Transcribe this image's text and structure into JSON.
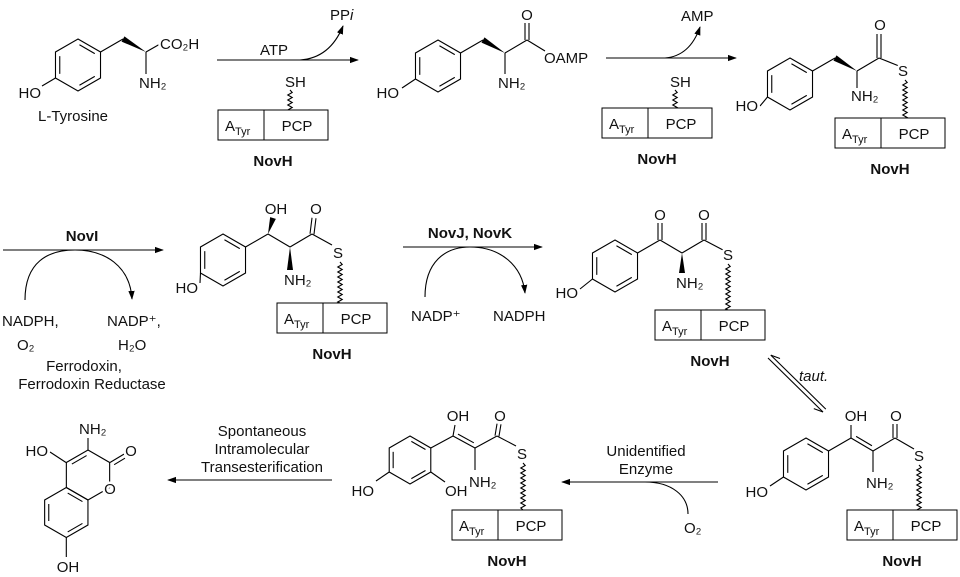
{
  "enzyme": {
    "domain_a": "A",
    "domain_a_sub": "Tyr",
    "domain_pcp": "PCP",
    "name": "NovH",
    "thiol": "SH"
  },
  "tyrosine": {
    "name": "L-Tyrosine",
    "ho": "HO",
    "co2h": "CO₂H",
    "nh2": "NH₂"
  },
  "step1": {
    "reagent": "ATP",
    "byproduct": "PP",
    "byproduct_italic": "i"
  },
  "aminoacyl_amp": {
    "ho": "HO",
    "nh2": "NH₂",
    "o": "O",
    "oamp": "OAMP"
  },
  "step2": {
    "byproduct": "AMP"
  },
  "tyrosyl_s_pcp": {
    "ho": "HO",
    "nh2": "NH₂",
    "o": "O",
    "s": "S"
  },
  "step3": {
    "enzyme": "NovI",
    "cofactor_in_1": "NADPH,",
    "cofactor_in_2": "O₂",
    "cofactor_out_1": "NADP⁺,",
    "cofactor_out_2": "H₂O",
    "auxiliary_1": "Ferrodoxin,",
    "auxiliary_2": "Ferrodoxin Reductase"
  },
  "beta_hydroxy": {
    "ho": "HO",
    "oh": "OH",
    "o": "O",
    "nh2": "NH₂",
    "s": "S"
  },
  "step4": {
    "enzyme": "NovJ, NovK",
    "cofactor_in": "NADP⁺",
    "cofactor_out": "NADPH"
  },
  "beta_keto": {
    "ho": "HO",
    "o_ketone": "O",
    "o_thioester": "O",
    "nh2": "NH₂",
    "s": "S"
  },
  "step5": {
    "label": "taut."
  },
  "enol": {
    "ho": "HO",
    "oh": "OH",
    "o": "O",
    "nh2": "NH₂",
    "s": "S"
  },
  "step6": {
    "enzyme_line1": "Unidentified",
    "enzyme_line2": "Enzyme",
    "cosubstrate": "O₂"
  },
  "dihydroxy_enol": {
    "ho": "HO",
    "oh_ring": "OH",
    "oh_enol": "OH",
    "o": "O",
    "nh2": "NH₂",
    "s": "S"
  },
  "step7": {
    "line1": "Spontaneous",
    "line2": "Intramolecular",
    "line3": "Transesterification"
  },
  "aminocoumarin": {
    "nh2": "NH₂",
    "ho": "HO",
    "o_carbonyl": "O",
    "o_ring": "O",
    "oh": "OH"
  }
}
